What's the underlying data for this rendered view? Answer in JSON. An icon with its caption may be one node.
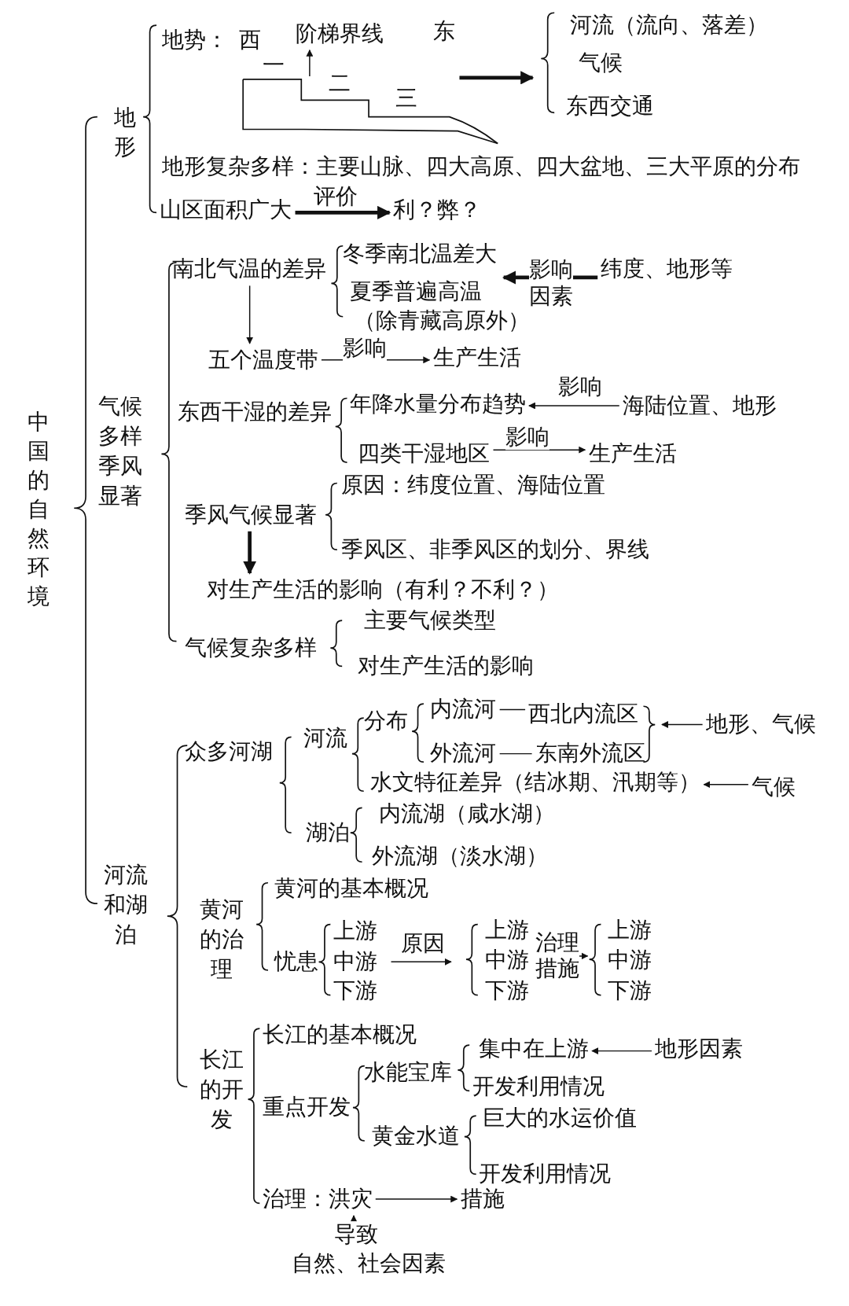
{
  "diagram": {
    "nodes": [
      {
        "text": [],
        "shape": "picture"
      },
      {
        "text": [
          "阶梯界线"
        ]
      },
      {
        "text": [
          "气候"
        ]
      },
      {
        "text": [
          "山区面积广大"
        ]
      },
      {
        "text": [
          "利？弊？"
        ]
      },
      {
        "text": [
          "纬度、地形等"
        ]
      },
      {
        "text": [
          "南北气温的差异"
        ]
      },
      {
        "text": [
          "五个温度带"
        ]
      },
      {
        "text": [
          "生产生活"
        ]
      },
      {
        "text": [
          "年降水量分布趋势"
        ]
      },
      {
        "text": [
          "海陆位置、地形"
        ]
      },
      {
        "text": [
          "四类干湿地区"
        ]
      },
      {
        "text": [
          "生产生活"
        ]
      },
      {
        "text": [
          "季风气候显著"
        ]
      },
      {
        "text": [
          "对生产生活的影响（有利？不利？）"
        ]
      },
      {
        "text": [
          "内流河"
        ]
      },
      {
        "text": [
          "西北内流区"
        ]
      },
      {
        "text": [
          "外流河"
        ]
      },
      {
        "text": [
          "东南外流区"
        ]
      },
      {
        "text": [
          "地形、气候"
        ]
      },
      {
        "text": [
          "水文特征差异（结冰期、汛期等）"
        ]
      },
      {
        "text": [
          "气候"
        ]
      },
      {
        "text": [
          "中游"
        ]
      },
      {
        "text": [
          "中游"
        ]
      },
      {
        "text": [
          "中游"
        ]
      },
      {
        "text": [
          "集中在上游"
        ]
      },
      {
        "text": [
          "地形因素"
        ]
      },
      {
        "text": [
          "治理：洪灾"
        ]
      },
      {
        "text": [
          "措施"
        ]
      },
      {
        "text": [
          "自然、社会因素"
        ]
      },
      {
        "text": [
          "冬季南北温差大"
        ]
      }
    ],
    "edges": [
      {
        "from": 0,
        "to": 1,
        "arrow": "to"
      },
      {
        "from": 0,
        "to": 2,
        "arrow": "to",
        "style": "thick"
      },
      {
        "from": 3,
        "to": 4,
        "arrow": "to",
        "label": "评价",
        "style": "thick"
      },
      {
        "from": 5,
        "to": 30,
        "arrow": "to",
        "label": "影响因素",
        "style": "thick"
      },
      {
        "from": 6,
        "to": 7,
        "arrow": "to"
      },
      {
        "from": 7,
        "to": 8,
        "arrow": "to",
        "label": "影响"
      },
      {
        "from": 10,
        "to": 9,
        "arrow": "to",
        "label": "影响"
      },
      {
        "from": 11,
        "to": 12,
        "arrow": "to",
        "label": "影响"
      },
      {
        "from": 13,
        "to": 14,
        "arrow": "to",
        "style": "thick"
      },
      {
        "from": 15,
        "to": 16,
        "arrow": "none"
      },
      {
        "from": 17,
        "to": 18,
        "arrow": "none"
      },
      {
        "from": 19,
        "to": 18,
        "arrow": "to"
      },
      {
        "from": 21,
        "to": 20,
        "arrow": "to"
      },
      {
        "from": 22,
        "to": 23,
        "arrow": "to",
        "label": "原因"
      },
      {
        "from": 23,
        "to": 24,
        "arrow": "to",
        "label": "治理措施"
      },
      {
        "from": 26,
        "to": 25,
        "arrow": "to"
      },
      {
        "from": 27,
        "to": 28,
        "arrow": "to"
      },
      {
        "from": 29,
        "to": 27,
        "arrow": "to",
        "label": "导致"
      }
    ],
    "labels": [
      "中国的自然环境",
      "地形",
      "地势：",
      "西",
      "东",
      "一",
      "二",
      "三",
      "河流（流向、落差）",
      "东西交通",
      "地形复杂多样：主要山脉、四大高原、四大盆地、三大平原的分布",
      "气候多样季风显著",
      "夏季普遍高温",
      "（除青藏高原外）",
      "东西干湿的差异",
      "原因：纬度位置、海陆位置",
      "季风区、非季风区的划分、界线",
      "气候复杂多样",
      "主要气候类型",
      "对生产生活的影响",
      "河流和湖泊",
      "众多河湖",
      "河流",
      "分布",
      "湖泊",
      "内流湖（咸水湖）",
      "外流湖（淡水湖）",
      "黄河的治理",
      "黄河的基本概况",
      "忧患",
      "上游",
      "下游",
      "上游",
      "下游",
      "上游",
      "下游",
      "长江的开发",
      "长江的基本概况",
      "重点开发",
      "水能宝库",
      "开发利用情况",
      "黄金水道",
      "巨大的水运价值",
      "开发利用情况"
    ]
  }
}
